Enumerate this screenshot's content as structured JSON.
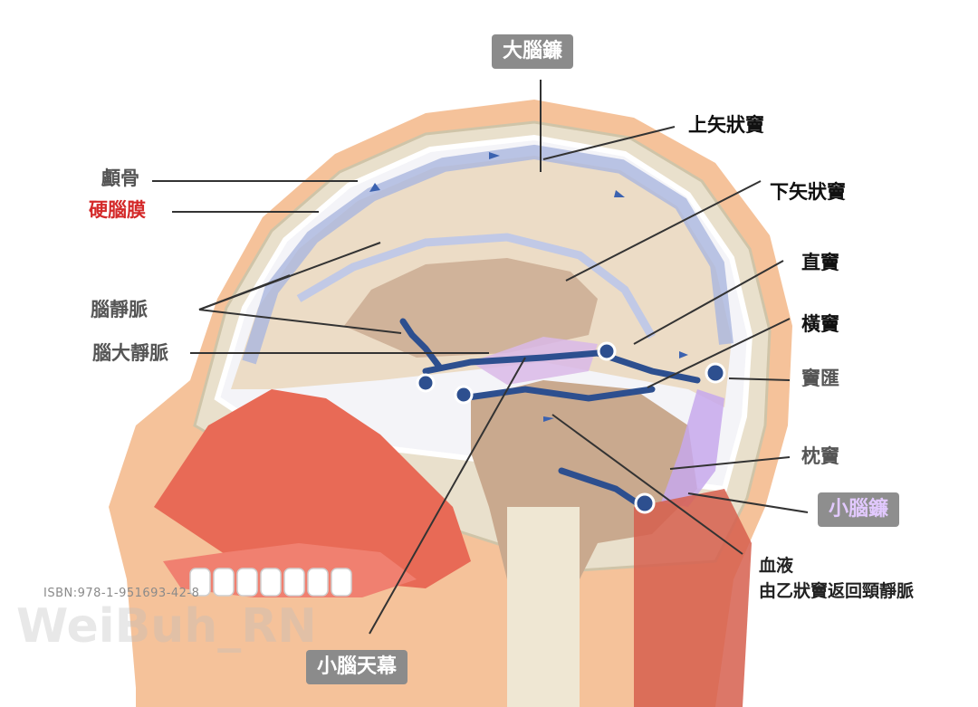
{
  "labels": {
    "falx_cerebri": "大腦鐮",
    "superior_sagittal_sinus": "上矢狀竇",
    "inferior_sagittal_sinus": "下矢狀竇",
    "straight_sinus": "直竇",
    "transverse_sinus": "橫竇",
    "confluence_of_sinuses": "竇匯",
    "occipital_sinus": "枕竇",
    "falx_cerebelli": "小腦鐮",
    "blood_return_line1": "血液",
    "blood_return_line2": "由乙狀竇返回頸靜脈",
    "skull": "顱骨",
    "dura_mater": "硬腦膜",
    "cerebral_veins": "腦靜脈",
    "great_cerebral_vein": "腦大靜脈",
    "tentorium_cerebelli": "小腦天幕"
  },
  "footer": {
    "isbn": "ISBN:978-1-951693-42-8",
    "watermark": "WeiBuh_RN"
  },
  "colors": {
    "label_highlight": "#d42a2a",
    "box_bg": "#8b8b8b",
    "sinus_blue": "#2d4f8f",
    "dura_purple": "#c7a8ec"
  }
}
